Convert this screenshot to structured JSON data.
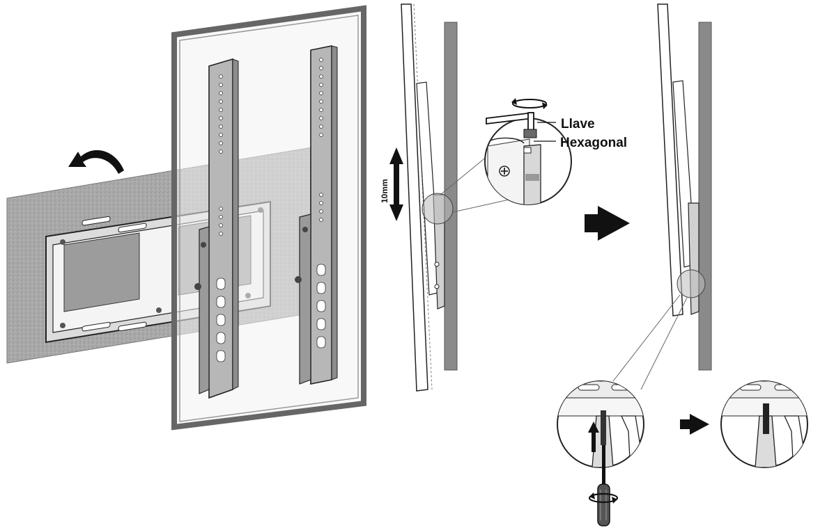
{
  "labels": {
    "hex_key_line1": "Llave",
    "hex_key_line2": "Hexagonal",
    "gap": "10mm"
  },
  "colors": {
    "wall": "#a8a8a8",
    "wall_texture": "#8f8f8f",
    "tv_frame": "#6f6f6f",
    "tv_glass": "#ececec",
    "bracket": "#b3b3b3",
    "wall_section": "#8a8a8a",
    "ink": "#1a1a1a"
  },
  "icons": [
    "rotate-arrow-icon",
    "double-arrow-icon",
    "right-arrow-icon",
    "rotation-icon",
    "up-arrow-icon",
    "screwdriver-icon",
    "hex-key-icon"
  ]
}
